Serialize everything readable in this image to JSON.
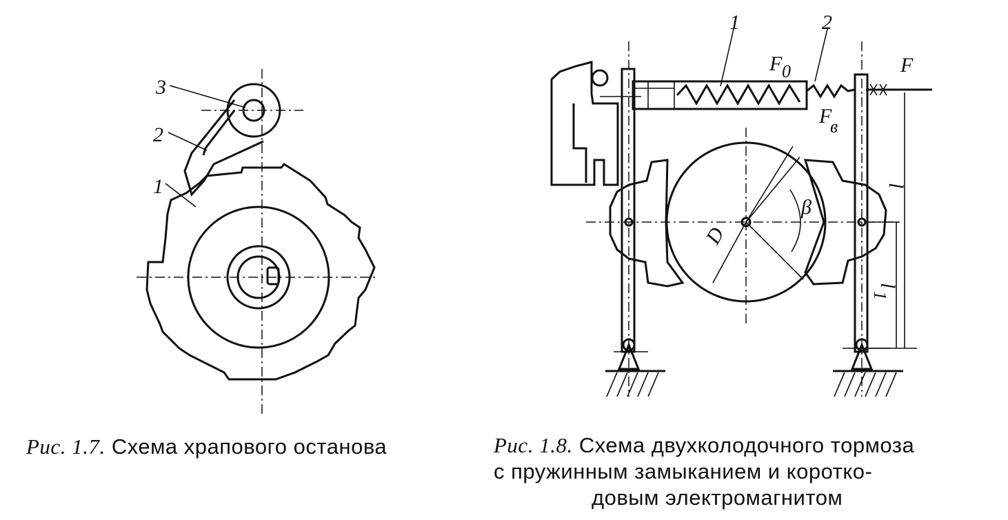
{
  "fig17": {
    "labels": {
      "part1": "1",
      "part2": "2",
      "part3": "3"
    },
    "caption_num": "Рис. 1.7.",
    "caption_text": "Схема храпового останова"
  },
  "fig18": {
    "labels": {
      "part1": "1",
      "part2": "2",
      "force_F": "F",
      "force_F0": "F",
      "force_F0_sub": "0",
      "force_Fv": "F",
      "force_Fv_sub": "в",
      "dim_l": "l",
      "dim_l1": "l",
      "dim_l1_sub": "1",
      "diameter_D": "D",
      "angle_beta": "β"
    },
    "caption_num": "Рис. 1.8.",
    "caption_line1": "Схема двухколодочного тормоза",
    "caption_line2": "с пружинным замыканием и коротко-",
    "caption_line3": "довым электромагнитом"
  }
}
